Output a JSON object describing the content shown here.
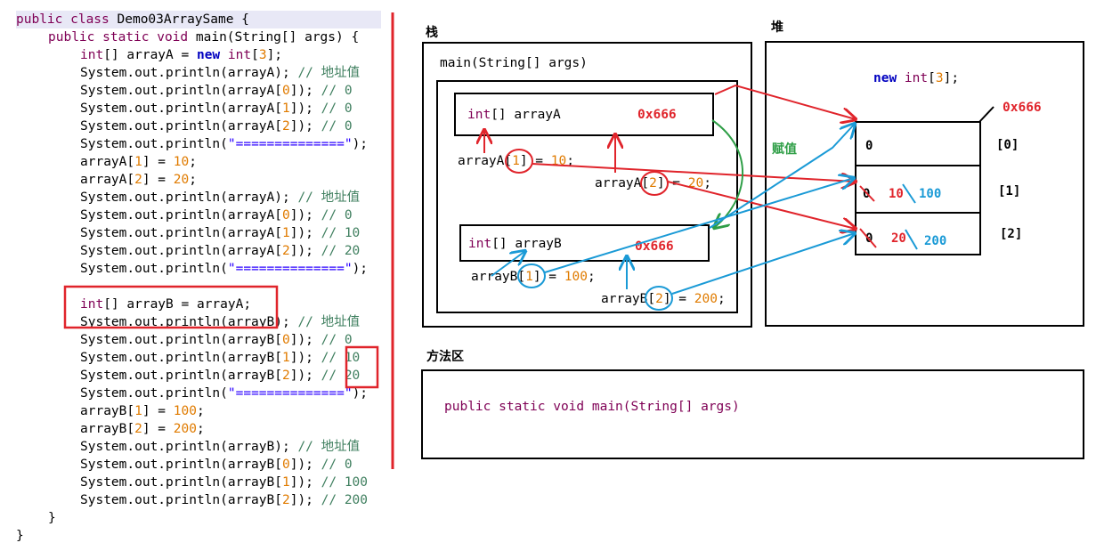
{
  "code": {
    "lines": [
      {
        "indent": 0,
        "tokens": [
          {
            "t": "public class ",
            "c": "kw"
          },
          {
            "t": "Demo03ArraySame {",
            "c": "pl"
          }
        ]
      },
      {
        "indent": 1,
        "tokens": [
          {
            "t": "public static void ",
            "c": "kw"
          },
          {
            "t": "main(String[] args) {",
            "c": "pl"
          }
        ]
      },
      {
        "indent": 2,
        "tokens": [
          {
            "t": "int",
            "c": "ty"
          },
          {
            "t": "[] arrayA = ",
            "c": "pl"
          },
          {
            "t": "new ",
            "c": "kwb"
          },
          {
            "t": "int",
            "c": "ty"
          },
          {
            "t": "[",
            "c": "pl"
          },
          {
            "t": "3",
            "c": "num"
          },
          {
            "t": "];",
            "c": "pl"
          }
        ]
      },
      {
        "indent": 2,
        "tokens": [
          {
            "t": "System.out.println(arrayA); ",
            "c": "pl"
          },
          {
            "t": "// 地址值",
            "c": "cm"
          }
        ]
      },
      {
        "indent": 2,
        "tokens": [
          {
            "t": "System.out.println(arrayA[",
            "c": "pl"
          },
          {
            "t": "0",
            "c": "num"
          },
          {
            "t": "]); ",
            "c": "pl"
          },
          {
            "t": "// 0",
            "c": "cm"
          }
        ]
      },
      {
        "indent": 2,
        "tokens": [
          {
            "t": "System.out.println(arrayA[",
            "c": "pl"
          },
          {
            "t": "1",
            "c": "num"
          },
          {
            "t": "]); ",
            "c": "pl"
          },
          {
            "t": "// 0",
            "c": "cm"
          }
        ]
      },
      {
        "indent": 2,
        "tokens": [
          {
            "t": "System.out.println(arrayA[",
            "c": "pl"
          },
          {
            "t": "2",
            "c": "num"
          },
          {
            "t": "]); ",
            "c": "pl"
          },
          {
            "t": "// 0",
            "c": "cm"
          }
        ]
      },
      {
        "indent": 2,
        "tokens": [
          {
            "t": "System.out.println(",
            "c": "pl"
          },
          {
            "t": "\"==============\"",
            "c": "str"
          },
          {
            "t": ");",
            "c": "pl"
          }
        ]
      },
      {
        "indent": 2,
        "tokens": [
          {
            "t": "arrayA[",
            "c": "pl"
          },
          {
            "t": "1",
            "c": "num"
          },
          {
            "t": "] = ",
            "c": "pl"
          },
          {
            "t": "10",
            "c": "num"
          },
          {
            "t": ";",
            "c": "pl"
          }
        ]
      },
      {
        "indent": 2,
        "tokens": [
          {
            "t": "arrayA[",
            "c": "pl"
          },
          {
            "t": "2",
            "c": "num"
          },
          {
            "t": "] = ",
            "c": "pl"
          },
          {
            "t": "20",
            "c": "num"
          },
          {
            "t": ";",
            "c": "pl"
          }
        ]
      },
      {
        "indent": 2,
        "tokens": [
          {
            "t": "System.out.println(arrayA); ",
            "c": "pl"
          },
          {
            "t": "// 地址值",
            "c": "cm"
          }
        ]
      },
      {
        "indent": 2,
        "tokens": [
          {
            "t": "System.out.println(arrayA[",
            "c": "pl"
          },
          {
            "t": "0",
            "c": "num"
          },
          {
            "t": "]); ",
            "c": "pl"
          },
          {
            "t": "// 0",
            "c": "cm"
          }
        ]
      },
      {
        "indent": 2,
        "tokens": [
          {
            "t": "System.out.println(arrayA[",
            "c": "pl"
          },
          {
            "t": "1",
            "c": "num"
          },
          {
            "t": "]); ",
            "c": "pl"
          },
          {
            "t": "// 10",
            "c": "cm"
          }
        ]
      },
      {
        "indent": 2,
        "tokens": [
          {
            "t": "System.out.println(arrayA[",
            "c": "pl"
          },
          {
            "t": "2",
            "c": "num"
          },
          {
            "t": "]); ",
            "c": "pl"
          },
          {
            "t": "// 20",
            "c": "cm"
          }
        ]
      },
      {
        "indent": 2,
        "tokens": [
          {
            "t": "System.out.println(",
            "c": "pl"
          },
          {
            "t": "\"==============\"",
            "c": "str"
          },
          {
            "t": ");",
            "c": "pl"
          }
        ]
      },
      {
        "indent": 2,
        "tokens": []
      },
      {
        "indent": 2,
        "tokens": [
          {
            "t": "int",
            "c": "ty"
          },
          {
            "t": "[] arrayB = arrayA;",
            "c": "pl"
          }
        ]
      },
      {
        "indent": 2,
        "tokens": [
          {
            "t": "System.out.println(arrayB); ",
            "c": "pl"
          },
          {
            "t": "// 地址值",
            "c": "cm"
          }
        ]
      },
      {
        "indent": 2,
        "tokens": [
          {
            "t": "System.out.println(arrayB[",
            "c": "pl"
          },
          {
            "t": "0",
            "c": "num"
          },
          {
            "t": "]); ",
            "c": "pl"
          },
          {
            "t": "// 0",
            "c": "cm"
          }
        ]
      },
      {
        "indent": 2,
        "tokens": [
          {
            "t": "System.out.println(arrayB[",
            "c": "pl"
          },
          {
            "t": "1",
            "c": "num"
          },
          {
            "t": "]); ",
            "c": "pl"
          },
          {
            "t": "// 10",
            "c": "cm"
          }
        ]
      },
      {
        "indent": 2,
        "tokens": [
          {
            "t": "System.out.println(arrayB[",
            "c": "pl"
          },
          {
            "t": "2",
            "c": "num"
          },
          {
            "t": "]); ",
            "c": "pl"
          },
          {
            "t": "// 20",
            "c": "cm"
          }
        ]
      },
      {
        "indent": 2,
        "tokens": [
          {
            "t": "System.out.println(",
            "c": "pl"
          },
          {
            "t": "\"==============\"",
            "c": "str"
          },
          {
            "t": ");",
            "c": "pl"
          }
        ]
      },
      {
        "indent": 2,
        "tokens": [
          {
            "t": "arrayB[",
            "c": "pl"
          },
          {
            "t": "1",
            "c": "num"
          },
          {
            "t": "] = ",
            "c": "pl"
          },
          {
            "t": "100",
            "c": "num"
          },
          {
            "t": ";",
            "c": "pl"
          }
        ]
      },
      {
        "indent": 2,
        "tokens": [
          {
            "t": "arrayB[",
            "c": "pl"
          },
          {
            "t": "2",
            "c": "num"
          },
          {
            "t": "] = ",
            "c": "pl"
          },
          {
            "t": "200",
            "c": "num"
          },
          {
            "t": ";",
            "c": "pl"
          }
        ]
      },
      {
        "indent": 2,
        "tokens": [
          {
            "t": "System.out.println(arrayB); ",
            "c": "pl"
          },
          {
            "t": "// 地址值",
            "c": "cm"
          }
        ]
      },
      {
        "indent": 2,
        "tokens": [
          {
            "t": "System.out.println(arrayB[",
            "c": "pl"
          },
          {
            "t": "0",
            "c": "num"
          },
          {
            "t": "]); ",
            "c": "pl"
          },
          {
            "t": "// 0",
            "c": "cm"
          }
        ]
      },
      {
        "indent": 2,
        "tokens": [
          {
            "t": "System.out.println(arrayB[",
            "c": "pl"
          },
          {
            "t": "1",
            "c": "num"
          },
          {
            "t": "]); ",
            "c": "pl"
          },
          {
            "t": "// 100",
            "c": "cm"
          }
        ]
      },
      {
        "indent": 2,
        "tokens": [
          {
            "t": "System.out.println(arrayB[",
            "c": "pl"
          },
          {
            "t": "2",
            "c": "num"
          },
          {
            "t": "]); ",
            "c": "pl"
          },
          {
            "t": "// 200",
            "c": "cm"
          }
        ]
      },
      {
        "indent": 1,
        "tokens": [
          {
            "t": "}",
            "c": "pl"
          }
        ]
      },
      {
        "indent": 0,
        "tokens": [
          {
            "t": "}",
            "c": "pl"
          }
        ]
      }
    ]
  },
  "diagram": {
    "stack": {
      "title": "栈",
      "frame_label": "main(String[] args)",
      "varA": {
        "type": "int",
        "rest": "[] arrayA",
        "address": "0x666"
      },
      "varB": {
        "type": "int",
        "rest": "[] arrayB",
        "address": "0x666"
      },
      "assignA1": {
        "pre": "arrayA[",
        "idx": "1",
        "mid": "] = ",
        "val": "10",
        "end": ";"
      },
      "assignA2": {
        "pre": "arrayA[",
        "idx": "2",
        "mid": "] = ",
        "val": "20",
        "end": ";"
      },
      "assignB1": {
        "pre": "arrayB[",
        "idx": "1",
        "mid": "] = ",
        "val": "100",
        "end": ";"
      },
      "assignB2": {
        "pre": "arrayB[",
        "idx": "2",
        "mid": "] = ",
        "val": "200",
        "end": ";"
      }
    },
    "heap": {
      "title": "堆",
      "new_expr": {
        "kw": "new ",
        "type": "int",
        "open": "[",
        "size": "3",
        "close": "];"
      },
      "address": "0x666",
      "assign_label": "赋值",
      "cells": [
        {
          "index": "[0]",
          "value": "0",
          "old": "",
          "new": ""
        },
        {
          "index": "[1]",
          "value": "0",
          "old": "10",
          "new": "100"
        },
        {
          "index": "[2]",
          "value": "0",
          "old": "20",
          "new": "200"
        }
      ]
    },
    "method_area": {
      "title": "方法区",
      "signature": "public static void main(String[] args)"
    }
  },
  "colors": {
    "red": "#e0242b",
    "blue": "#1a9ad6",
    "green": "#2e9e46",
    "orange": "#e07b00",
    "keyword": "#7f0055",
    "keyword_bold": "#0000c0"
  }
}
